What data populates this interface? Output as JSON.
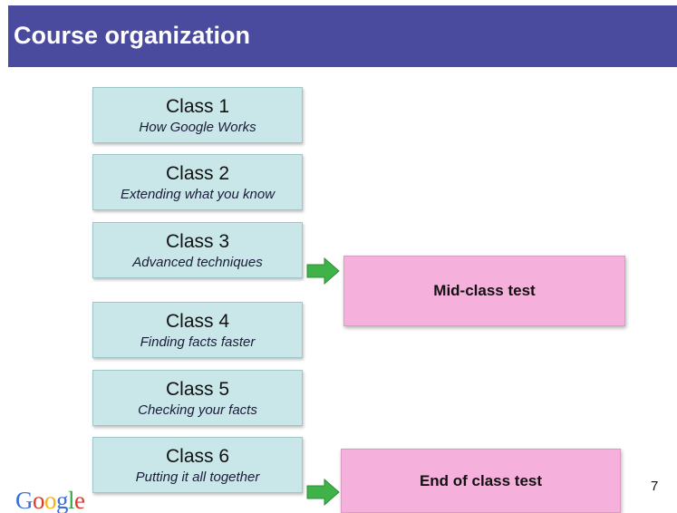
{
  "header": {
    "title": "Course organization"
  },
  "classes": [
    {
      "title": "Class 1",
      "subtitle": "How Google Works"
    },
    {
      "title": "Class 2",
      "subtitle": "Extending what you know"
    },
    {
      "title": "Class 3",
      "subtitle": "Advanced techniques"
    },
    {
      "title": "Class 4",
      "subtitle": "Finding facts faster"
    },
    {
      "title": "Class 5",
      "subtitle": "Checking your facts"
    },
    {
      "title": "Class 6",
      "subtitle": "Putting it all together"
    }
  ],
  "tests": {
    "mid": "Mid-class test",
    "end": "End of class test"
  },
  "logo": "Google",
  "page_number": "7",
  "colors": {
    "header": "#4a4a9f",
    "class_box": "#c9e7e9",
    "test_box": "#f5b1dc",
    "arrow": "#3fb24a"
  }
}
